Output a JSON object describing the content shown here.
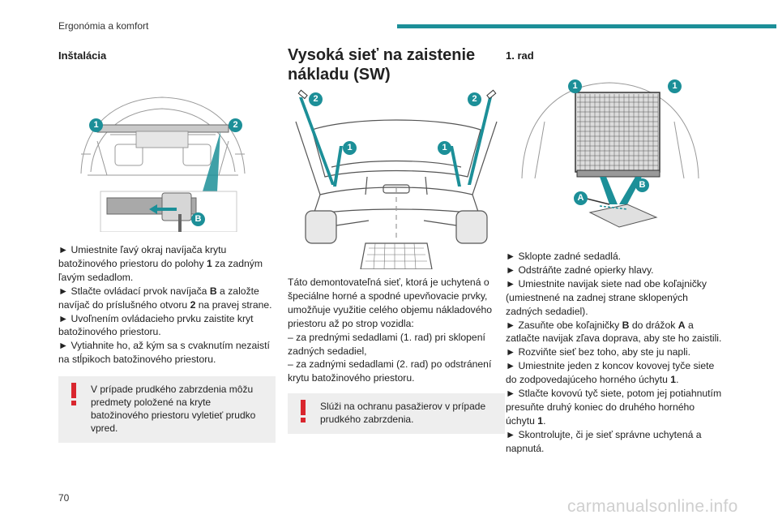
{
  "header": {
    "chapter": "Ergonómia a komfort"
  },
  "page_number": "70",
  "watermark": "carmanualsonline.info",
  "colors": {
    "accent": "#1c8f98",
    "warning": "#d9262e",
    "note_bg": "#eeeeee"
  },
  "col1": {
    "heading": "Inštalácia",
    "steps": [
      {
        "parts": [
          "► Umiestnite ľavý okraj navíjača krytu batožinového priestoru do polohy ",
          "1",
          " za zadným ľavým sedadlom."
        ]
      },
      {
        "parts": [
          "► Stlačte ovládací prvok navíjača ",
          "B",
          " a založte navíjač do príslušného otvoru ",
          "2",
          " na pravej strane."
        ]
      },
      {
        "parts": [
          "► Uvoľnením ovládacieho prvku zaistite kryt batožinového priestoru."
        ]
      },
      {
        "parts": [
          "► Vytiahnite ho, až kým sa s cvaknutím nezaistí na stĺpikoch batožinového priestoru."
        ]
      }
    ],
    "note": "V prípade prudkého zabrzdenia môžu predmety položené na kryte batožinového priestoru vyletieť prudko vpred.",
    "figure_labels": {
      "top_left": "1",
      "top_right": "2",
      "bottom": "B"
    }
  },
  "col2": {
    "title": "Vysoká sieť na zaistenie nákladu (SW)",
    "intro": "Táto demontovateľná sieť, ktorá je uchytená o špeciálne horné a spodné upevňovacie prvky, umožňuje využitie celého objemu nákladového priestoru až po strop vozidla:",
    "items": [
      "– za prednými sedadlami (1. rad) pri sklopení zadných sedadiel,",
      "– za zadnými sedadlami (2. rad) po odstránení krytu batožinového priestoru."
    ],
    "note": "Slúži na ochranu pasažierov v prípade prudkého zabrzdenia.",
    "figure_labels": {
      "upper_left": "2",
      "upper_right": "2",
      "lower_left": "1",
      "lower_right": "1"
    }
  },
  "col3": {
    "heading": "1. rad",
    "steps": [
      {
        "parts": [
          "► Sklopte zadné sedadlá."
        ]
      },
      {
        "parts": [
          "► Odstráňte zadné opierky hlavy."
        ]
      },
      {
        "parts": [
          "► Umiestnite navijak siete nad obe koľajničky (umiestnené na zadnej strane sklopených zadných sedadiel)."
        ]
      },
      {
        "parts": [
          "► Zasuňte obe koľajničky ",
          "B",
          " do drážok ",
          "A",
          " a zatlačte navijak zľava doprava, aby ste ho zaistili."
        ]
      },
      {
        "parts": [
          "► Rozviňte sieť bez toho, aby ste ju napli."
        ]
      },
      {
        "parts": [
          "► Umiestnite jeden z koncov kovovej tyče siete do zodpovedajúceho horného úchytu ",
          "1",
          "."
        ]
      },
      {
        "parts": [
          "► Stlačte kovovú tyč siete, potom jej potiahnutím presuňte druhý koniec do druhého horného úchytu ",
          "1",
          "."
        ]
      },
      {
        "parts": [
          "► Skontrolujte, či je sieť správne uchytená a napnutá."
        ]
      }
    ],
    "figure_labels": {
      "top_left": "1",
      "top_right": "1",
      "a": "A",
      "b": "B"
    }
  }
}
